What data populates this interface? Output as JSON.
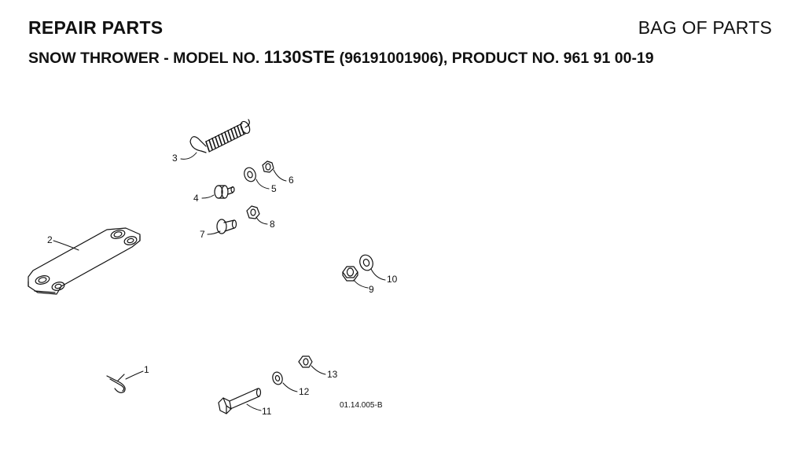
{
  "header": {
    "left_title": "REPAIR PARTS",
    "right_title": "BAG OF PARTS"
  },
  "subtitle": {
    "prefix": "SNOW THROWER - MODEL NO. ",
    "model": "1130STE",
    "suffix": " (96191001906), PRODUCT NO. 961 91 00-19"
  },
  "diagram": {
    "callouts": [
      {
        "id": "1",
        "part": "cotter-pin"
      },
      {
        "id": "2",
        "part": "link-bar"
      },
      {
        "id": "3",
        "part": "spring"
      },
      {
        "id": "4",
        "part": "shoulder-bolt"
      },
      {
        "id": "5",
        "part": "washer"
      },
      {
        "id": "6",
        "part": "nut"
      },
      {
        "id": "7",
        "part": "bolt"
      },
      {
        "id": "8",
        "part": "nut"
      },
      {
        "id": "9",
        "part": "nut"
      },
      {
        "id": "10",
        "part": "washer"
      },
      {
        "id": "11",
        "part": "hex-bolt"
      },
      {
        "id": "12",
        "part": "washer"
      },
      {
        "id": "13",
        "part": "nut"
      }
    ],
    "figure_code": "01.14.005-B"
  }
}
